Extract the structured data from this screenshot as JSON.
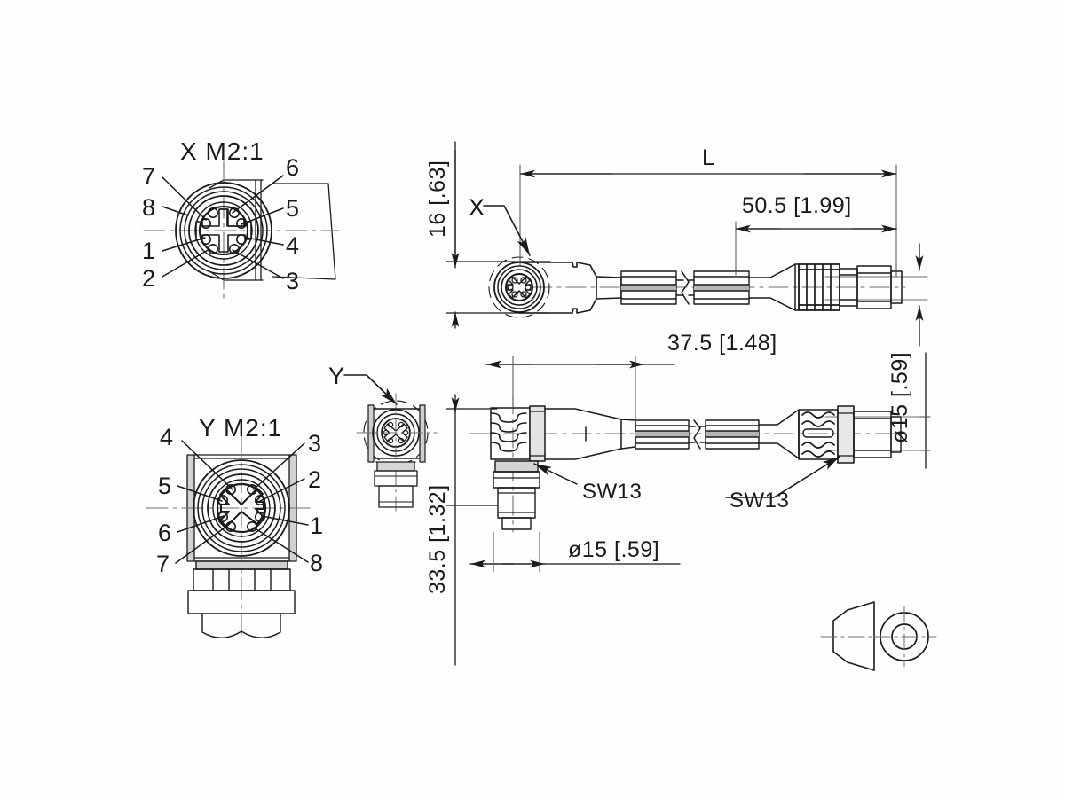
{
  "drawing": {
    "title": "M12 X-coded 8-pole angled connector cable assembly drawing",
    "background_color": "#fefefe",
    "line_color": "#1a1a1a",
    "thin_line_color": "#4a4a4a"
  },
  "views": {
    "x_detail": {
      "title": "X  M2:1",
      "marker": "X",
      "pins_left": [
        "7",
        "8",
        "1",
        "2"
      ],
      "pins_right": [
        "6",
        "5",
        "4",
        "3"
      ]
    },
    "y_detail": {
      "title": "Y  M2:1",
      "marker": "Y",
      "pins_left": [
        "4",
        "5",
        "6",
        "7"
      ],
      "pins_right": [
        "3",
        "2",
        "1",
        "8"
      ]
    }
  },
  "markers": {
    "x_label": "X",
    "y_label": "Y"
  },
  "dimensions": {
    "overall_length": "L",
    "height_16": "16 [.63]",
    "conn_50_5": "50.5 [1.99]",
    "conn_37_5": "37.5 [1.48]",
    "height_33_5": "33.5 [1.32]",
    "dia_15_bottom": "ø15 [.59]",
    "dia_15_right": "ø15 [.59]"
  },
  "annotations": {
    "sw13_left": "SW13",
    "sw13_right": "SW13"
  }
}
